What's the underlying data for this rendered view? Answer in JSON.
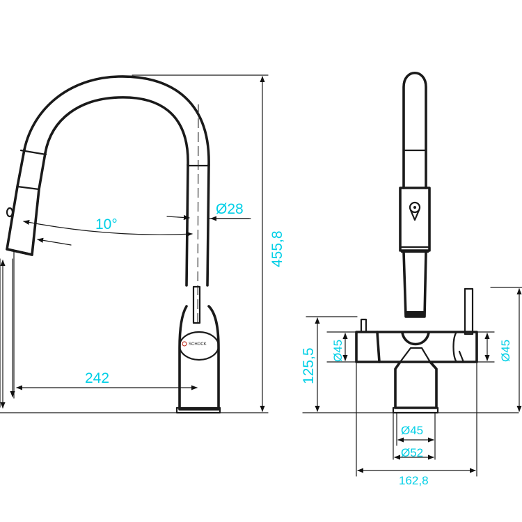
{
  "colors": {
    "outline": "#1a1a1a",
    "dimension_text": "#00cfe6"
  },
  "brand_mark": "SCHOCK",
  "side_view": {
    "spray_angle": "10°",
    "spout_diameter": "Ø28",
    "total_height": "455,8",
    "reach": "242"
  },
  "front_view": {
    "body_height": "125,5",
    "body_diameter_left": "Ø45",
    "body_diameter_right": "Ø45",
    "base_inner_diameter": "Ø45",
    "base_outer_diameter": "Ø52",
    "overall_width": "162,8"
  }
}
